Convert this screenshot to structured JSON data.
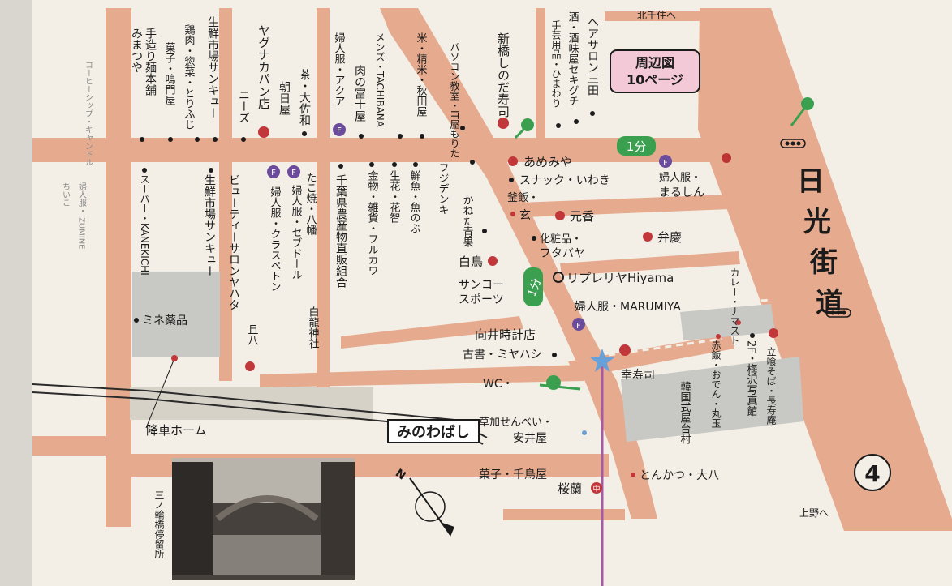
{
  "colors": {
    "paper": "#f3efe6",
    "road": "#e6aa8f",
    "road_dark": "#d79b80",
    "building": "#c8c9c4",
    "rail_line": "#333333",
    "callout_fill": "#f3c9d8",
    "route_green": "#3aa050",
    "route_purple": "#a55aa5",
    "fashion_badge": "#6a4b9c",
    "restaurant_red": "#c2373a"
  },
  "labels": {
    "nikko_kaido": [
      "日",
      "光",
      "街",
      "道"
    ],
    "route_number": "4",
    "kita_senju": "北千住へ",
    "ueno": "上野へ",
    "minowabashi": "みのわばし",
    "kosha_home": "降車ホーム",
    "photo_caption": "三ノ輪橋停留所",
    "shuhenzu_line1": "周辺図",
    "shuhenzu_line2": "10ページ",
    "walk_1min_a": "1分",
    "walk_1min_b": "1分",
    "compass_n": "N",
    "fashion_badge": "F"
  },
  "shops_vertical": {
    "tezukuri_men": "手造り麺本舗",
    "mimatsuya": "みまつや",
    "kashi_narutoya": "菓子・鳴門屋",
    "toriniku_sozai": "鶏肉・惣菜・とりふじ",
    "seisen_sankyu_top": "生鮮市場サンキュー",
    "yaguna_pan": "ヤグナカパン店",
    "niizu": "ニーズ",
    "cha_osawa": "茶・大佐和",
    "asahiya": "朝日屋",
    "fujinfuku_akua": "婦人服・アクア",
    "niku_fujiya": "肉の富士屋",
    "mens_tachibana": "メンズ・TACHIBANA",
    "kome_akitaya": "米・精米・秋田屋",
    "pc_morita": "パソコン教室・IT屋もりた",
    "shinbashi_shinoda": "新橋しのだ寿司",
    "sake_sekiguchi": "酒・酒味屋セキグチ",
    "shugei_himawari": "手芸用品・ひまわり",
    "hair_sanda": "ヘアサロン三田",
    "super_kanekichi": "スーパー・KANEKICHI",
    "seisen_sankyu_bottom": "生鮮市場サンキュー",
    "beauty_yahata": "ビューティーサロンヤハタ",
    "takoyaki_hachiman": "たこ焼・八幡",
    "fujinfuku_sebdoll": "婦人服・セブドール",
    "fujinfuku_kuraseton": "婦人服・クラスペトン",
    "chiba_nosan": "千葉県農産物直販組合",
    "kanamono_furukawa": "金物・雑貨・フルカワ",
    "seika_hanatomo": "生花・花智",
    "sengyo_uonobu": "鮮魚・魚のぶ",
    "fuji_denki": "フジデンキ",
    "kaneta_seika": "かねた青果",
    "hakuryu_jinja": "白龍神社",
    "tanpachi": "且八",
    "curry_namaste": "カレー・ナマスト",
    "tachigui_chojuan": "立喰そば・長寿庵",
    "umezawa_shashin": "2F・梅沢写真館",
    "sekihan_marutama": "赤飯・おでん・丸玉",
    "kankoku_yataimura": "韓国式屋台村"
  },
  "shops_horizontal": {
    "amemiya": "あめみや",
    "snack_iwaki": "スナック・いわき",
    "fujinfuku_marushin_1": "婦人服・",
    "fujinfuku_marushin_2": "まるしん",
    "kamameshi_1": "釜飯・",
    "kamameshi_2": "玄",
    "genko": "元香",
    "benkei": "弁慶",
    "keshohin_1": "化粧品・",
    "keshohin_2": "フタバヤ",
    "hakucho": "白鳥",
    "riplerie": "リプレリヤHiyama",
    "sanko_1": "サンコー",
    "sanko_2": "スポーツ",
    "marumiya": "婦人服・MARUMIYA",
    "mukai_tokei": "向井時計店",
    "kosho_miyahashi": "古書・ミヤハシ",
    "wc": "WC・",
    "kojuji": "幸寿司",
    "soka_senbei": "草加せんべい・",
    "yasuiya": "安井屋",
    "kashi_chidoriya": "菓子・千鳥屋",
    "ouran": "桜蘭",
    "chuka": "中",
    "tonkatsu_ohachi": "とんかつ・大八",
    "mine_yakuhin": "ミネ薬品",
    "left_edge_1": "婦人服・IZUMINE",
    "left_edge_2": "ちいこ",
    "left_edge_3": "コーヒーシップ・キャンドル"
  }
}
